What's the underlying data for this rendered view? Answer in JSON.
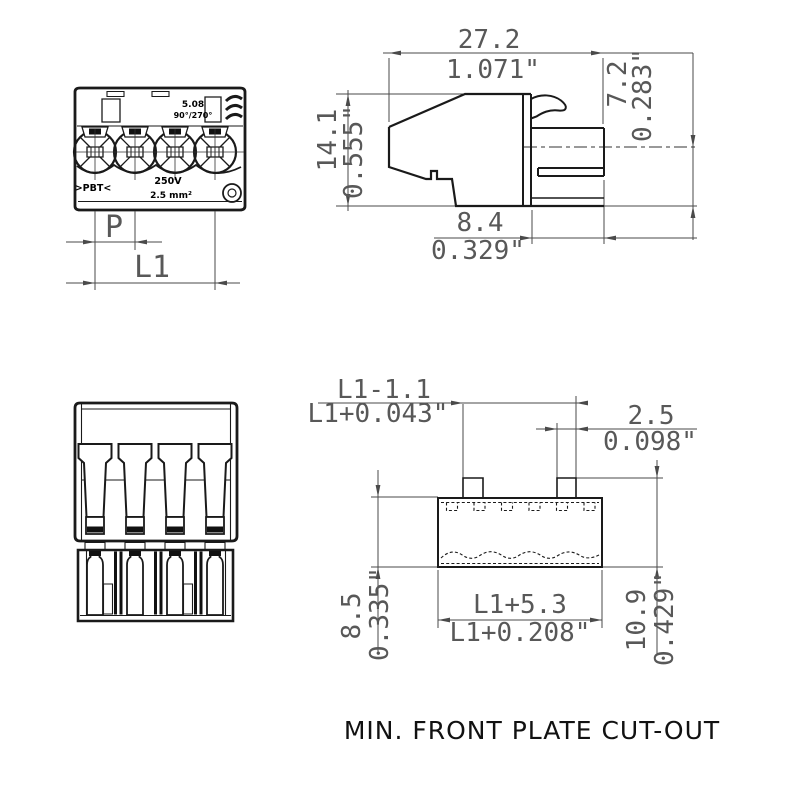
{
  "caption": "MIN. FRONT PLATE CUT-OUT",
  "front_view": {
    "pitch_marking": "5.08",
    "angle_marking": "90°/270°",
    "voltage_marking": "250V",
    "wire_marking": "2.5 mm²",
    "material_marking": ">PBT<",
    "pitch_dim": "P",
    "length_dim": "L1"
  },
  "side_view": {
    "width_mm": "27.2",
    "width_in": "1.071\"",
    "height_mm": "14.1",
    "height_in": "0.555\"",
    "depth_mm": "8.4",
    "depth_in": "0.329\"",
    "pin_mm": "7.2",
    "pin_in": "0.283\""
  },
  "cutout_view": {
    "inner_width_mm": "L1-1.1",
    "inner_width_in": "L1+0.043\"",
    "notch_mm": "2.5",
    "notch_in": "0.098\"",
    "height_mm": "8.5",
    "height_in": "0.335\"",
    "width_mm": "L1+5.3",
    "width_in": "L1+0.208\"",
    "total_height_mm": "10.9",
    "total_height_in": "0.429\""
  },
  "colors": {
    "line": "#1a1a1a",
    "dimension": "#4a4a4a"
  }
}
